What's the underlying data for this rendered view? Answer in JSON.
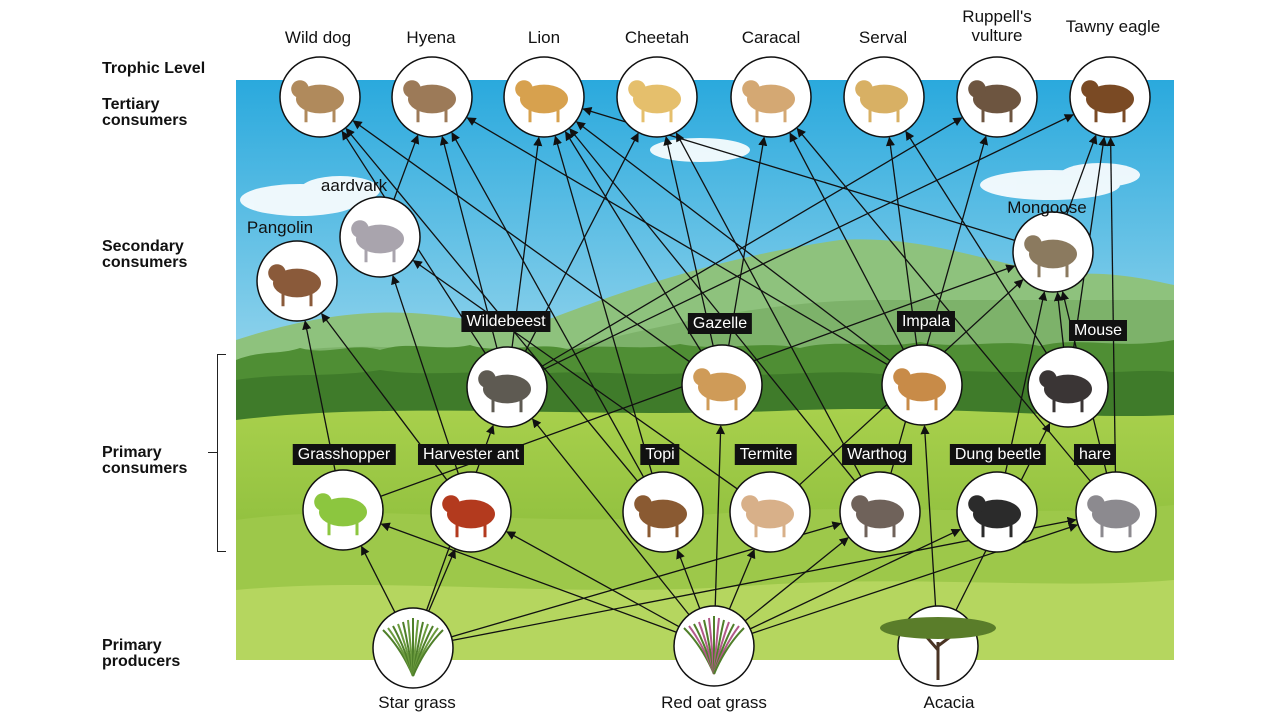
{
  "levels": {
    "trophic_level": "Trophic Level",
    "tertiary": "Tertiary\nconsumers",
    "secondary": "Secondary\nconsumers",
    "primary_consumers": "Primary\nconsumers",
    "primary_producers": "Primary\nproducers"
  },
  "nodes": {
    "wild_dog": "Wild dog",
    "hyena": "Hyena",
    "lion": "Lion",
    "cheetah": "Cheetah",
    "caracal": "Caracal",
    "serval": "Serval",
    "ruppells_vulture": "Ruppell's\nvulture",
    "tawny_eagle": "Tawny eagle",
    "aardvark": "aardvark",
    "pangolin": "Pangolin",
    "mongoose": "Mongoose",
    "wildebeest": "Wildebeest",
    "gazelle": "Gazelle",
    "impala": "Impala",
    "mouse": "Mouse",
    "grasshopper": "Grasshopper",
    "harvester_ant": "Harvester ant",
    "topi": "Topi",
    "termite": "Termite",
    "warthog": "Warthog",
    "dung_beetle": "Dung beetle",
    "hare": "hare",
    "star_grass": "Star grass",
    "red_oat_grass": "Red oat grass",
    "acacia": "Acacia"
  },
  "colors": {
    "sky_top": "#2aa9dd",
    "sky_bottom": "#e8f6fb",
    "grass_light": "#a9d14a",
    "grass_dark": "#5e9a2b",
    "forest": "#3f7f2a",
    "hills": "#8cc079",
    "label_bg": "#111111",
    "arrow": "#111111"
  }
}
